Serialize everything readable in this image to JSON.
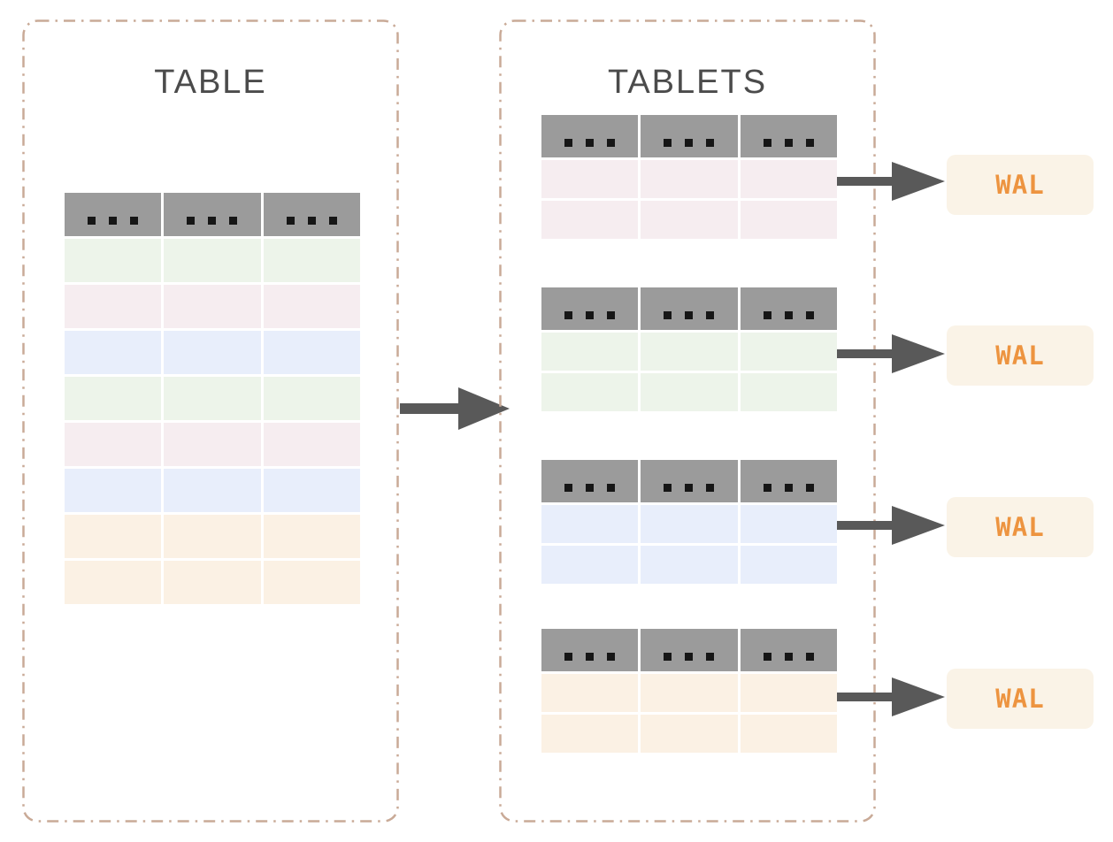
{
  "panels": {
    "table": {
      "title": "TABLE"
    },
    "tablets": {
      "title": "TABLETS"
    }
  },
  "main_table": {
    "columns": 3,
    "header_dots_per_cell": 3,
    "rows": [
      "green",
      "pink",
      "blue",
      "green",
      "pink",
      "blue",
      "orange",
      "orange"
    ]
  },
  "tablets": [
    {
      "color": "pink",
      "rows": 2,
      "wal_label": "WAL"
    },
    {
      "color": "green",
      "rows": 2,
      "wal_label": "WAL"
    },
    {
      "color": "blue",
      "rows": 2,
      "wal_label": "WAL"
    },
    {
      "color": "orange",
      "rows": 2,
      "wal_label": "WAL"
    }
  ],
  "colors": {
    "border": "#c9aa97",
    "title_text": "#4b4b4b",
    "header": "#9b9b9b",
    "dot": "#161616",
    "arrow": "#595959",
    "row_green": "#edf4ea",
    "row_pink": "#f6edf0",
    "row_blue": "#e8eefb",
    "row_orange": "#fbf1e4",
    "wal_bg": "#faf3e7",
    "wal_text": "#ed9440"
  }
}
